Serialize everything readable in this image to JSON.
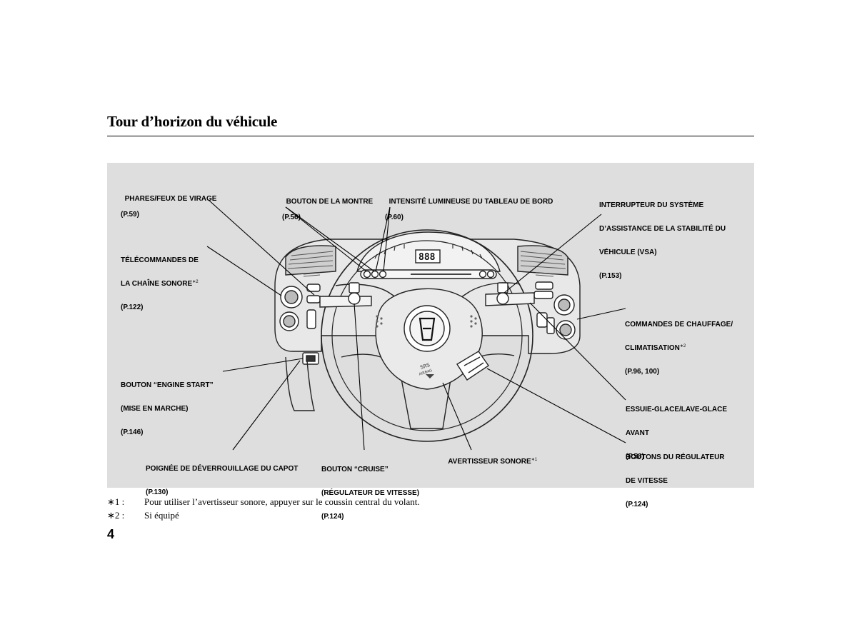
{
  "page": {
    "title": "Tour d’horizon du véhicule",
    "page_number": "4"
  },
  "labels": {
    "phares": {
      "name": "PHARES/FEUX DE VIRAGE",
      "ref": "(P.59)"
    },
    "montre": {
      "name": "BOUTON DE LA MONTRE",
      "ref": "(P.56)"
    },
    "intensite": {
      "name": "INTENSITÉ LUMINEUSE DU TABLEAU DE BORD",
      "ref": "(P.60)"
    },
    "vsa": {
      "line1": "INTERRUPTEUR DU SYSTÈME",
      "line2": "D’ASSISTANCE DE LA STABILITÉ DU",
      "line3": "VÉHICULE (VSA)",
      "ref": "(P.153)"
    },
    "telecommandes": {
      "line1": "TÉLÉCOMMANDES DE",
      "line2": "LA CHAÎNE SONORE",
      "mark": "∗2",
      "ref": "(P.122)"
    },
    "chauffage": {
      "line1": "COMMANDES DE CHAUFFAGE/",
      "line2": "CLIMATISATION",
      "mark": "∗2",
      "ref": "(P.96, 100)"
    },
    "engine": {
      "line1": "BOUTON “ENGINE START”",
      "line2": "(MISE EN MARCHE)",
      "ref": "(P.146)"
    },
    "essuie": {
      "line1": "ESSUIE-GLACE/LAVE-GLACE",
      "line2": "AVANT",
      "ref": "(P.58)"
    },
    "regulateur": {
      "line1": "BOUTONS DU RÉGULATEUR",
      "line2": "DE VITESSE",
      "ref": "(P.124)"
    },
    "capot": {
      "name": "POIGNÉE DE DÉVERROUILLAGE DU CAPOT",
      "ref": "(P.130)"
    },
    "cruise": {
      "line1": "BOUTON “CRUISE”",
      "line2": "(RÉGULATEUR DE VITESSE)",
      "ref": "(P.124)"
    },
    "avertisseur": {
      "name": "AVERTISSEUR SONORE",
      "mark": "∗1"
    }
  },
  "illustration": {
    "airbag_text": "SRS",
    "airbag_sub": "AIRBAG",
    "display": "888"
  },
  "footnotes": [
    {
      "mark": "∗1 :",
      "text": "Pour utiliser l’avertisseur sonore, appuyer sur le coussin central du volant."
    },
    {
      "mark": "∗2 :",
      "text": "Si équipé"
    }
  ]
}
